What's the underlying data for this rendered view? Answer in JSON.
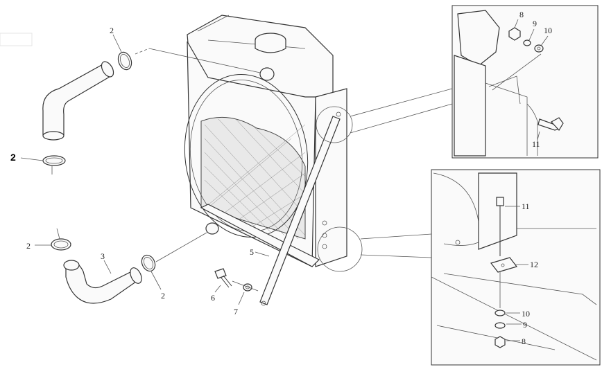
{
  "callouts": {
    "hose_top_clamp_upper": "2",
    "hose_top_clamp_lower": "2",
    "hose_bottom_clamp_left": "2",
    "hose_bottom_clamp_right": "2",
    "lower_hose": "3",
    "stay_rod": "5",
    "bolt": "6",
    "washer": "7",
    "top_detail_nut": "8",
    "top_detail_washer": "9",
    "top_detail_spring_washer": "10",
    "top_detail_bolt": "11",
    "bottom_detail_bolt": "11",
    "bottom_detail_plate": "12",
    "bottom_detail_spring_washer": "10",
    "bottom_detail_washer": "9",
    "bottom_detail_nut": "8"
  }
}
